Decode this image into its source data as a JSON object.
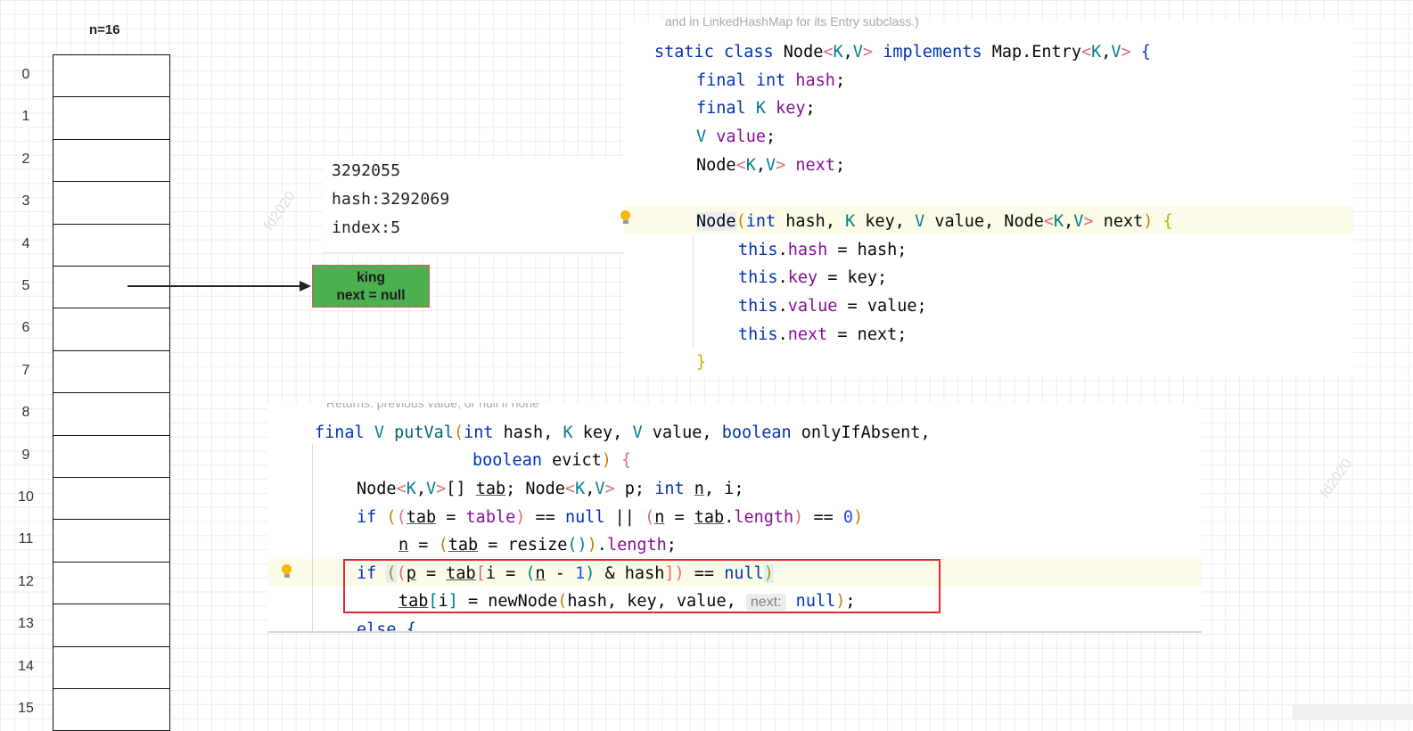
{
  "array": {
    "title": "n=16",
    "indices": [
      "0",
      "1",
      "2",
      "3",
      "4",
      "5",
      "6",
      "7",
      "8",
      "9",
      "10",
      "11",
      "12",
      "13",
      "14",
      "15"
    ]
  },
  "node_box": {
    "key": "king",
    "next": "next = null",
    "fill": "#4caf50",
    "border": "#e0585b"
  },
  "hash_info": {
    "line1": "3292055",
    "line2": "hash:3292069",
    "line3": "index:5"
  },
  "watermark": "fd2020",
  "node_class_code": {
    "faded_comment": "and in LinkedHashMap for its Entry subclass.)",
    "l1": {
      "a": "static class ",
      "b": "Node",
      "c": "<",
      "d": "K",
      "e": ",",
      "f": "V",
      "g": ">",
      "h": " implements ",
      "i": "Map.Entry",
      "j": "<",
      "k": "K",
      "l": ",",
      "m": "V",
      "n": ">",
      "o": " {"
    },
    "l2": {
      "a": "final int ",
      "b": "hash",
      "c": ";"
    },
    "l3": {
      "a": "final ",
      "b": "K",
      "c": " ",
      "d": "key",
      "e": ";"
    },
    "l4": {
      "a": "V",
      "b": " ",
      "c": "value",
      "d": ";"
    },
    "l5": {
      "a": "Node",
      "b": "<",
      "c": "K",
      "d": ",",
      "e": "V",
      "f": ">",
      "g": " ",
      "h": "next",
      "i": ";"
    },
    "l6": {
      "a": "Node",
      "b": "(",
      "c": "int",
      "d": " hash, ",
      "e": "K",
      "f": " key, ",
      "g": "V",
      "h": " value, Node",
      "i": "<",
      "j": "K",
      "k": ",",
      "l": "V",
      "m": ">",
      "n": " next",
      "o": ")",
      "p": " {"
    },
    "l7": {
      "a": "this",
      "b": ".",
      "c": "hash",
      "d": " = hash;"
    },
    "l8": {
      "a": "this",
      "b": ".",
      "c": "key",
      "d": " = key;"
    },
    "l9": {
      "a": "this",
      "b": ".",
      "c": "value",
      "d": " = value;"
    },
    "l10": {
      "a": "this",
      "b": ".",
      "c": "next",
      "d": " = next;"
    },
    "l11": {
      "a": "}"
    }
  },
  "putval_code": {
    "faded_comment": "Returns: previous value, or null if none",
    "l1": {
      "a": "final ",
      "b": "V",
      "c": " putVal",
      "d": "(",
      "e": "int",
      "f": " hash, ",
      "g": "K",
      "h": " key, ",
      "i": "V",
      "j": " value, ",
      "k": "boolean",
      "l": " onlyIfAbsent,"
    },
    "l2": {
      "a": "boolean",
      "b": " evict",
      "c": ")",
      "d": " {"
    },
    "l3": {
      "a": "Node",
      "b": "<",
      "c": "K",
      "d": ",",
      "e": "V",
      "f": ">",
      "g": "[] ",
      "h": "tab",
      "i": "; Node",
      "j": "<",
      "k": "K",
      "l": ",",
      "m": "V",
      "n": ">",
      "o": " p; ",
      "p": "int",
      "q": " ",
      "r": "n",
      "s": ", i;"
    },
    "l4": {
      "a": "if",
      "b": " ",
      "c": "(",
      "d": "(",
      "e": "tab",
      "f": " = ",
      "g": "table",
      "h": ")",
      "i": " == ",
      "j": "null",
      "k": " || ",
      "l": "(",
      "m": "n",
      "n": " = ",
      "o": "tab",
      "p": ".",
      "q": "length",
      "r": ")",
      "s": " == ",
      "t": "0",
      "u": ")"
    },
    "l5": {
      "a": "n",
      "b": " = ",
      "c": "(",
      "d": "tab",
      "e": " = resize",
      "f": "()",
      "g": ")",
      "h": ".",
      "i": "length",
      "j": ";"
    },
    "l6": {
      "a": "if",
      "b": " ",
      "c": "(",
      "d": "(",
      "e": "p",
      "f": " = ",
      "g": "tab",
      "h": "[",
      "i": "i = ",
      "j": "(",
      "k": "n",
      "l": " - ",
      "m": "1",
      "n": ")",
      "o": " & hash",
      "p": "]",
      "q": ")",
      "r": " == ",
      "s": "null",
      "t": ")"
    },
    "l7": {
      "a": "tab",
      "b": "[",
      "c": "i",
      "d": "]",
      "e": " = newNode",
      "f": "(",
      "g": "hash, key, value, ",
      "h": "next:",
      "i": " null",
      "j": ")",
      "k": ";"
    },
    "l8": {
      "a": "else {"
    }
  }
}
